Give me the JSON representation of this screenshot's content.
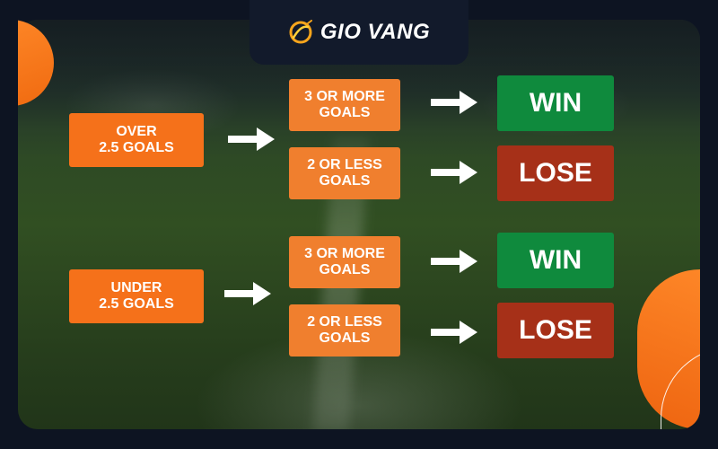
{
  "brand": {
    "logo_text": "GIO VANG",
    "accent_color": "#f5711a",
    "tab_color": "#121a2b"
  },
  "diagram": {
    "branches": [
      {
        "label": "OVER\n2.5 GOALS",
        "outcomes": [
          {
            "condition": "3 OR MORE\nGOALS",
            "result": "WIN"
          },
          {
            "condition": "2 OR LESS\nGOALS",
            "result": "LOSE"
          }
        ]
      },
      {
        "label": "UNDER\n2.5 GOALS",
        "outcomes": [
          {
            "condition": "3 OR MORE\nGOALS",
            "result": "WIN"
          },
          {
            "condition": "2 OR LESS\nGOALS",
            "result": "LOSE"
          }
        ]
      }
    ],
    "colors": {
      "main_box": "#f5711a",
      "condition_box": "#f07f2e",
      "win": "#0f8a3d",
      "lose": "#a63018",
      "arrow": "#ffffff"
    },
    "icons": [
      "arrow-right-icon",
      "football-logo-icon"
    ]
  }
}
